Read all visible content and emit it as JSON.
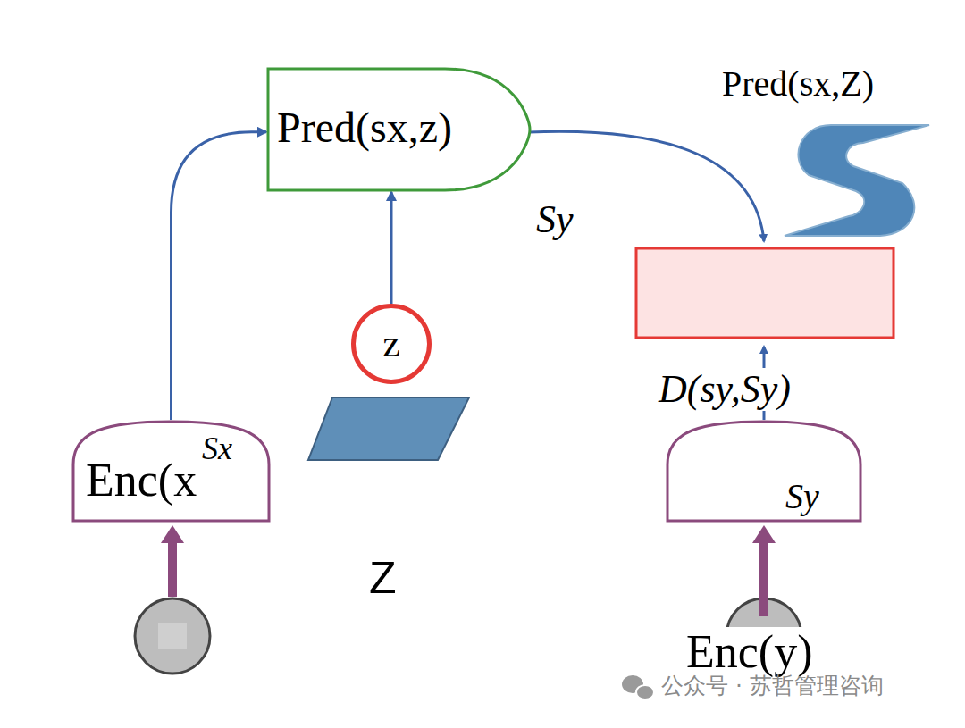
{
  "diagram": {
    "nodes": [
      {
        "text": [
          "Pred(sx,z)"
        ]
      },
      {
        "text": [
          "z"
        ]
      },
      {
        "text": [
          "Enc(x",
          "Sx"
        ]
      },
      {
        "text": [
          "Sy"
        ]
      }
    ],
    "edges": [
      {
        "from": 2,
        "to": 0,
        "arrow": "to"
      },
      {
        "from": 1,
        "to": 0,
        "arrow": "to"
      }
    ],
    "labels": [
      "Pred(sx,Z)",
      "Sy",
      "D(sy,Sy)",
      "Z",
      "Enc(y)",
      "公众号 · 苏哲管理咨询"
    ]
  }
}
